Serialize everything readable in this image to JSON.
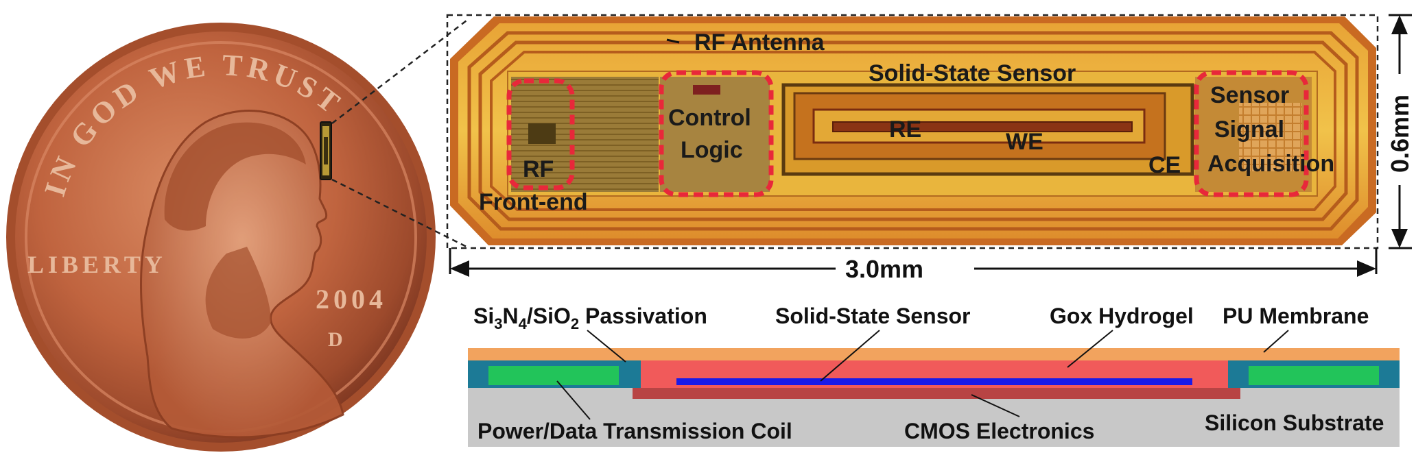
{
  "coin": {
    "motto": "IN GOD WE TRUST",
    "liberty": "LIBERTY",
    "year": "2004",
    "mint": "D"
  },
  "chip": {
    "labels": {
      "rf_antenna": "RF Antenna",
      "solid_state_sensor": "Solid-State Sensor",
      "control": "Control",
      "logic": "Logic",
      "re": "RE",
      "we": "WE",
      "ce": "CE",
      "rf": "RF",
      "front_end": "Front-end",
      "sensor": "Sensor",
      "signal": "Signal",
      "acquisition": "Acquisition"
    },
    "width_dim": "3.0mm",
    "height_dim": "0.6mm"
  },
  "cross_section": {
    "labels": {
      "passivation_pre": "Si",
      "passivation_sub1": "3",
      "passivation_mid1": "N",
      "passivation_sub2": "4",
      "passivation_mid2": "/SiO",
      "passivation_sub3": "2",
      "passivation_post": " Passivation",
      "solid_state_sensor": "Solid-State Sensor",
      "gox_hydrogel": "Gox Hydrogel",
      "pu_membrane": "PU Membrane",
      "power_coil": "Power/Data Transmission Coil",
      "cmos": "CMOS Electronics",
      "substrate": "Silicon Substrate"
    }
  },
  "colors": {
    "pu_membrane": "#f2a35e",
    "hydrogel": "#f15a5a",
    "passivation": "#1c7a96",
    "coil": "#22c45a",
    "sensor_electrode": "#1a1ae8",
    "cmos": "#b84444",
    "substrate": "#c8c8c8",
    "highlight_box": "#e8283a"
  }
}
